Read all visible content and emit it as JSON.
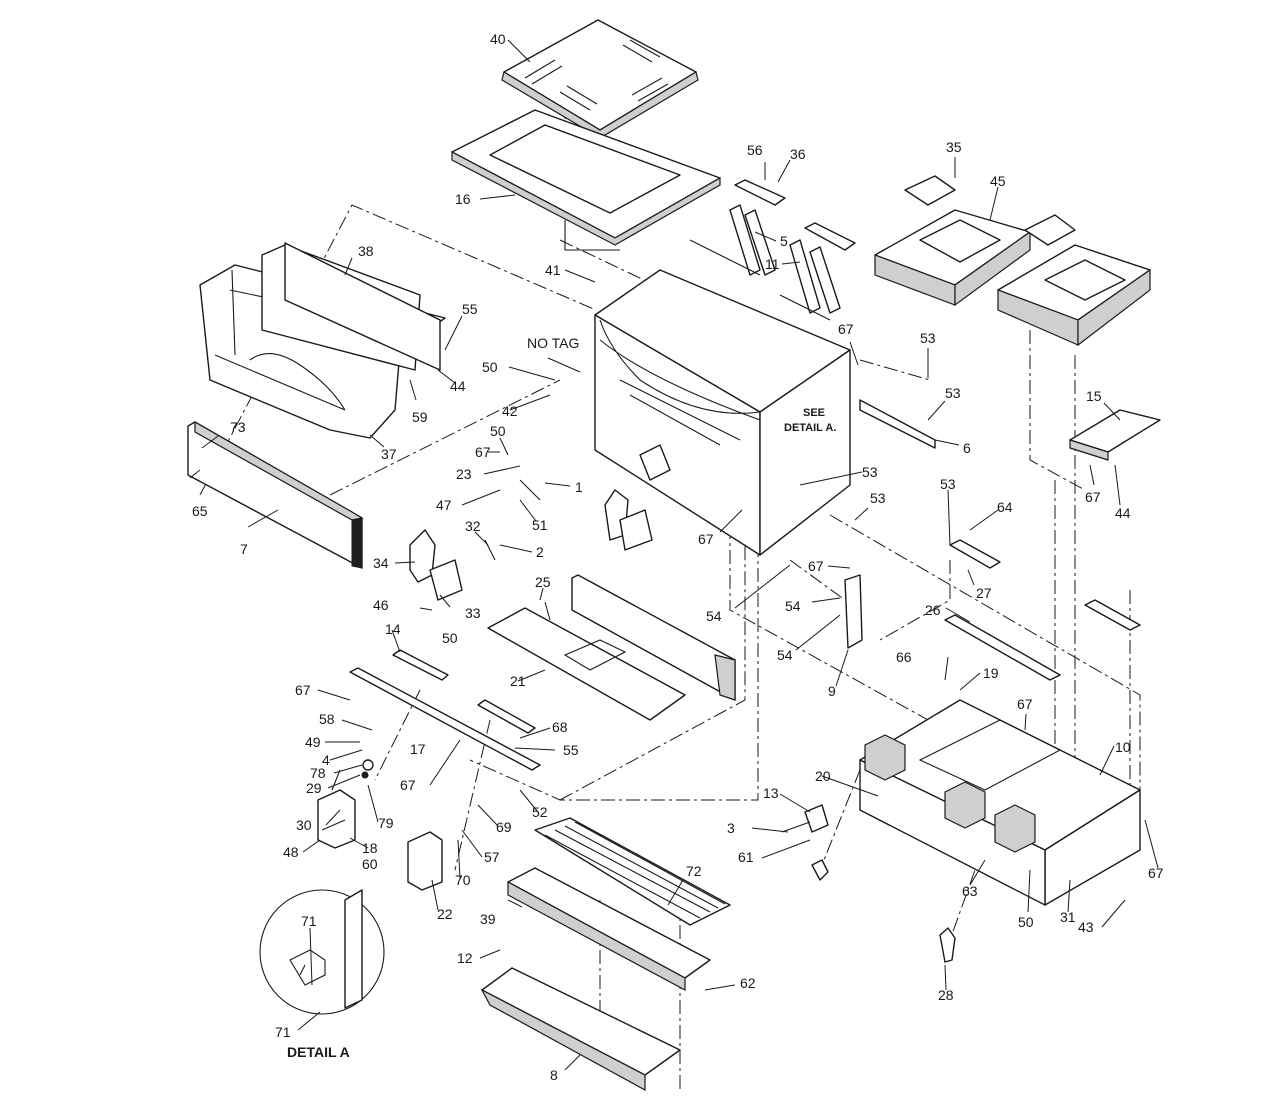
{
  "callouts": {
    "n1": "1",
    "n2": "2",
    "n3": "3",
    "n4": "4",
    "n5": "5",
    "n6": "6",
    "n7": "7",
    "n8": "8",
    "n9": "9",
    "n10": "10",
    "n11": "11",
    "n12": "12",
    "n13": "13",
    "n14": "14",
    "n15": "15",
    "n16": "16",
    "n17": "17",
    "n18": "18",
    "n19": "19",
    "n20": "20",
    "n21": "21",
    "n22": "22",
    "n23": "23",
    "n25": "25",
    "n26": "26",
    "n27": "27",
    "n28": "28",
    "n29": "29",
    "n30": "30",
    "n31": "31",
    "n32": "32",
    "n33": "33",
    "n34": "34",
    "n35": "35",
    "n36": "36",
    "n37": "37",
    "n38": "38",
    "n39": "39",
    "n40": "40",
    "n41": "41",
    "n42": "42",
    "n43": "43",
    "n44": "44",
    "n45": "45",
    "n46": "46",
    "n47": "47",
    "n48": "48",
    "n49": "49",
    "n50": "50",
    "n51": "51",
    "n52": "52",
    "n53": "53",
    "n54": "54",
    "n55": "55",
    "n56": "56",
    "n57": "57",
    "n58": "58",
    "n59": "59",
    "n60": "60",
    "n61": "61",
    "n62": "62",
    "n63": "63",
    "n64": "64",
    "n65": "65",
    "n66": "66",
    "n67": "67",
    "n68": "68",
    "n69": "69",
    "n70": "70",
    "n71": "71",
    "n72": "72",
    "n73": "73",
    "n78": "78",
    "n79": "79"
  },
  "labels": {
    "no_tag": "NO TAG",
    "see": "SEE",
    "detail_a_ref": "DETAIL A.",
    "detail_a_title": "DETAIL A"
  }
}
